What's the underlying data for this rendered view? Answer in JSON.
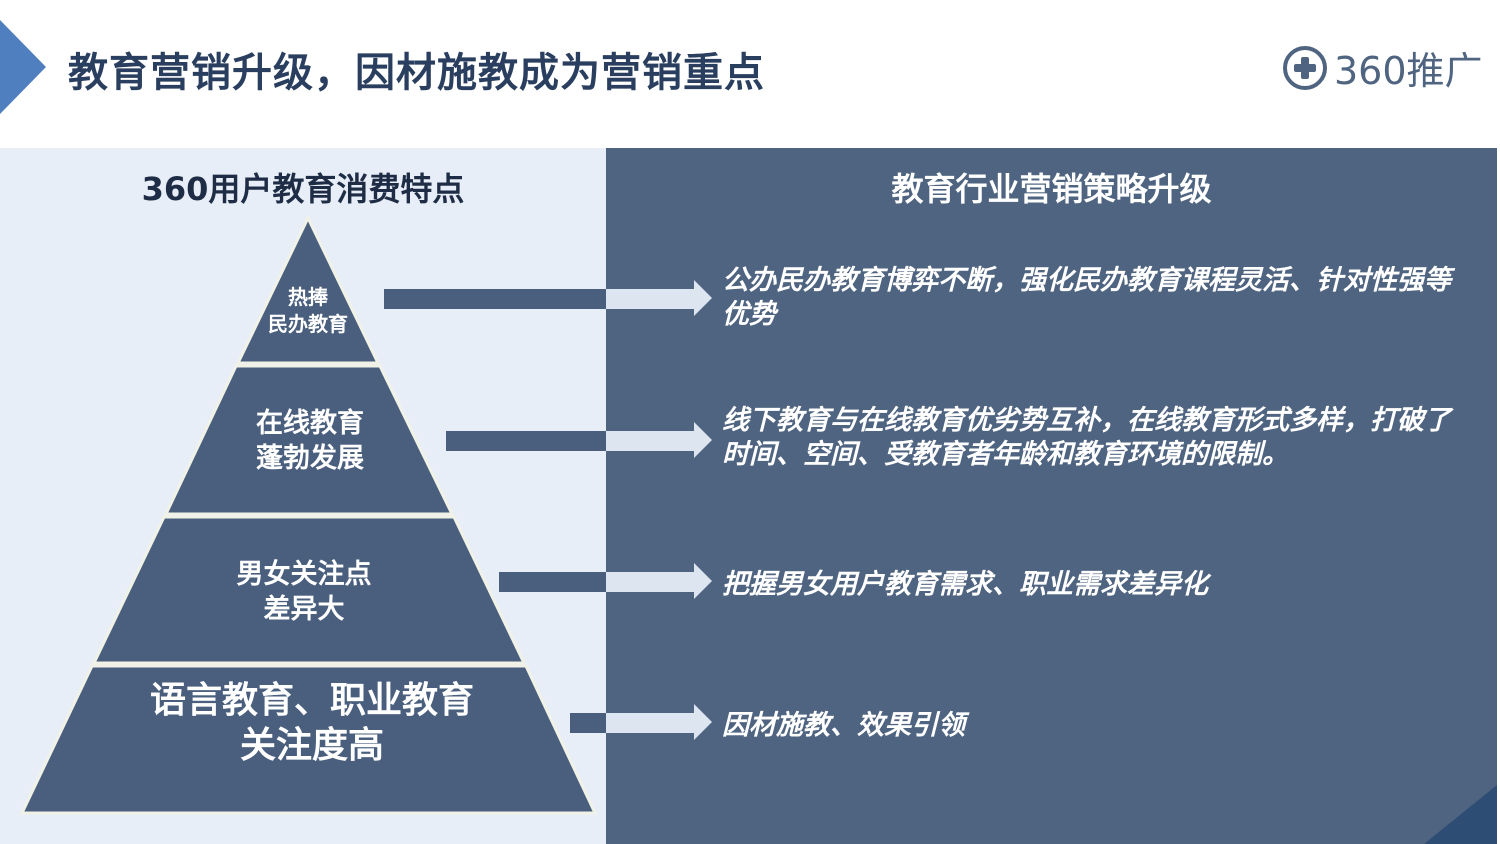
{
  "header": {
    "title": "教育营销升级，因材施教成为营销重点",
    "logo_text": "360推广"
  },
  "left": {
    "heading": "360用户教育消费特点",
    "pyramid": [
      {
        "lines": [
          "热捧",
          "民办教育"
        ]
      },
      {
        "lines": [
          "在线教育",
          "蓬勃发展"
        ]
      },
      {
        "lines": [
          "男女关注点",
          "差异大"
        ]
      },
      {
        "lines": [
          "语言教育、职业教育",
          "关注度高"
        ]
      }
    ]
  },
  "right": {
    "heading": "教育行业营销策略升级",
    "items": [
      "公办民办教育博弈不断，强化民办教育课程灵活、针对性强等优势",
      "线下教育与在线教育优劣势互补，在线教育形式多样，打破了时间、空间、受教育者年龄和教育环境的限制。",
      "把握男女用户教育需求、职业需求差异化",
      "因材施教、效果引领"
    ]
  },
  "colors": {
    "dark": "#4a5f7e",
    "panel": "#4f6480",
    "light": "#e8eef7",
    "accent": "#4f7fbf",
    "title": "#2a3f5f"
  }
}
